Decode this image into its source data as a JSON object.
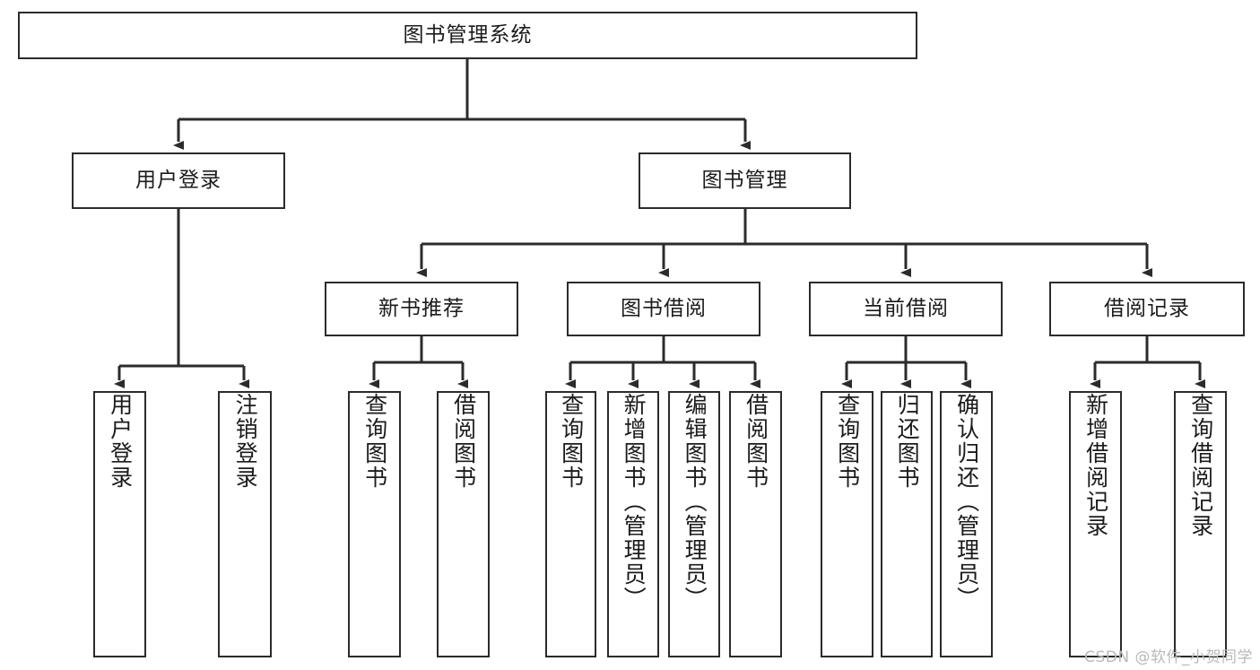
{
  "diagram": {
    "title": "图书管理系统",
    "type": "tree-hierarchy-diagram",
    "colors": {
      "node_border": "#2b2b2b",
      "node_fill": "#ffffff",
      "edge": "#2b2b2b",
      "background": "#ffffff",
      "watermark": "#b9b9b9"
    },
    "root": {
      "label": "图书管理系统"
    },
    "level2": [
      {
        "label": "用户登录"
      },
      {
        "label": "图书管理"
      }
    ],
    "level3": [
      {
        "label": "新书推荐"
      },
      {
        "label": "图书借阅"
      },
      {
        "label": "当前借阅"
      },
      {
        "label": "借阅记录"
      }
    ],
    "leaves": {
      "user_login": [
        {
          "label": "用户登录"
        },
        {
          "label": "注销登录"
        }
      ],
      "new_book_recommend": [
        {
          "label": "查询图书"
        },
        {
          "label": "借阅图书"
        }
      ],
      "book_borrow": [
        {
          "label": "查询图书"
        },
        {
          "label": "新增图书（管理员）"
        },
        {
          "label": "编辑图书（管理员）"
        },
        {
          "label": "借阅图书"
        }
      ],
      "current_borrow": [
        {
          "label": "查询图书"
        },
        {
          "label": "归还图书"
        },
        {
          "label": "确认归还（管理员）"
        }
      ],
      "borrow_record": [
        {
          "label": "新增借阅记录"
        },
        {
          "label": "查询借阅记录"
        }
      ]
    }
  },
  "watermark": {
    "text": "CSDN @软件_小贺同学"
  }
}
